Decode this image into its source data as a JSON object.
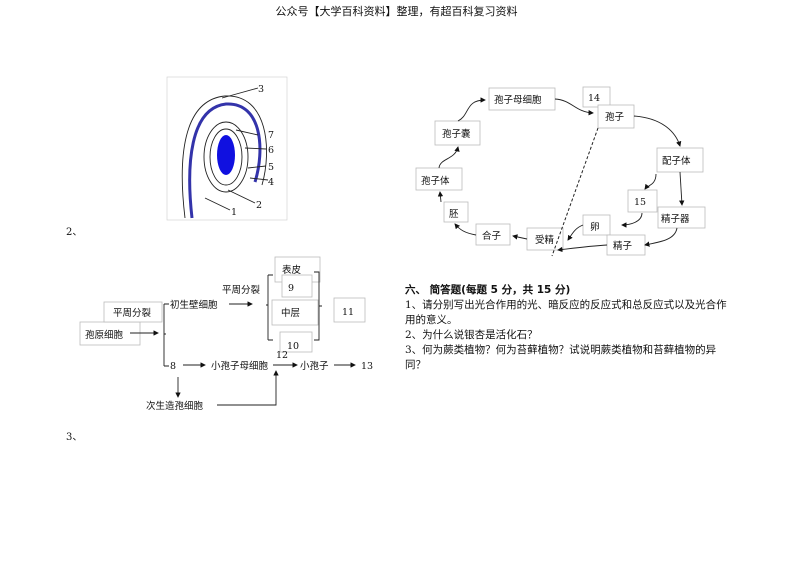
{
  "header": "公众号【大学百科资料】整理，有超百科复习资料",
  "q2_label": "2、",
  "q3_label": "3、",
  "leaf_figure": {
    "labels": [
      "1",
      "2",
      "3",
      "4",
      "5",
      "6",
      "7"
    ]
  },
  "anther_flow": {
    "archesporial": "孢原细胞",
    "periclinal1": "平周分裂",
    "primary_wall": "初生壁细胞",
    "periclinal2": "平周分裂",
    "epidermis": "表皮",
    "n9": "9",
    "middle": "中层",
    "n10": "10",
    "n11": "11",
    "n8": "8",
    "microsporocyte": "小孢子母细胞",
    "n12": "12",
    "microspore": "小孢子",
    "n13": "13",
    "secondary": "次生造孢细胞"
  },
  "life_cycle": {
    "sporocyte": "孢子母细胞",
    "n14": "14",
    "spore": "孢子",
    "gametophyte": "配子体",
    "n15": "15",
    "antheridium": "精子器",
    "egg": "卵",
    "sperm": "精子",
    "fertilization": "受精",
    "zygote": "合子",
    "embryo": "胚",
    "sporophyte": "孢子体",
    "sporangium": "孢子囊"
  },
  "section6": {
    "title": "六、 简答题(每题 5 分，共 15 分)",
    "questions": [
      "1、请分别写出光合作用的光、暗反应的反应式和总反应式以及光合作用的意义。",
      "2、为什么说银杏是活化石？",
      "3、何为蕨类植物？何为苔藓植物？试说明蕨类植物和苔藓植物的异同？"
    ]
  }
}
